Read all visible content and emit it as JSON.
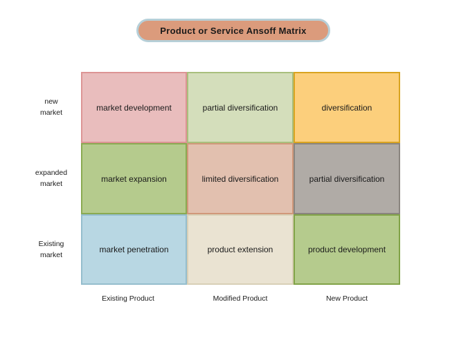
{
  "title": "Product or Service Ansoff Matrix",
  "colors": {
    "title_fill": "#db9b7c",
    "title_border": "#b6cfd8",
    "text": "#1a1a1a"
  },
  "matrix": {
    "row_labels": [
      "new\nmarket",
      "expanded\nmarket",
      "Existing\nmarket"
    ],
    "col_labels": [
      "Existing Product",
      "Modified Product",
      "New Product"
    ],
    "cells": [
      {
        "label": "market development",
        "fill": "#e9bdbd",
        "border": "#dc9494"
      },
      {
        "label": "partial diversification",
        "fill": "#d4debb",
        "border": "#a9bf7d"
      },
      {
        "label": "diversification",
        "fill": "#fccf7c",
        "border": "#d9a420"
      },
      {
        "label": "market expansion",
        "fill": "#b5cb8d",
        "border": "#8aaa52"
      },
      {
        "label": "limited diversification",
        "fill": "#e2c0af",
        "border": "#d0987a"
      },
      {
        "label": "partial diversification",
        "fill": "#b0aba6",
        "border": "#8a857f"
      },
      {
        "label": "market penetration",
        "fill": "#b8d7e3",
        "border": "#94bdcd"
      },
      {
        "label": "product extension",
        "fill": "#eae3d2",
        "border": "#d8cfb6"
      },
      {
        "label": "product development",
        "fill": "#b5cb8d",
        "border": "#81a347"
      }
    ]
  }
}
